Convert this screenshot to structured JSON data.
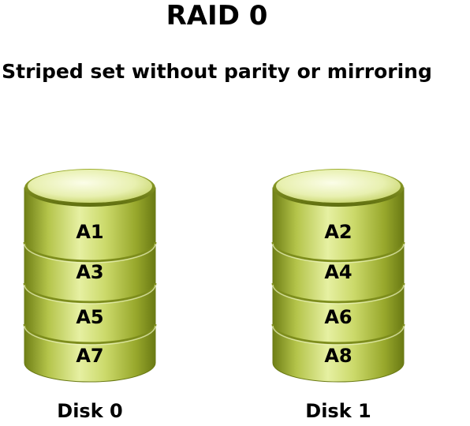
{
  "title": "RAID 0",
  "subtitle": "Striped set without parity or mirroring",
  "disks": [
    {
      "label": "Disk 0",
      "blocks": [
        "A1",
        "A3",
        "A5",
        "A7"
      ]
    },
    {
      "label": "Disk 1",
      "blocks": [
        "A2",
        "A4",
        "A6",
        "A8"
      ]
    }
  ],
  "colors": {
    "disk_light": "#eef5b8",
    "disk_mid": "#c3d25a",
    "disk_dark": "#6f7f16",
    "separator": "#8a9a25"
  }
}
